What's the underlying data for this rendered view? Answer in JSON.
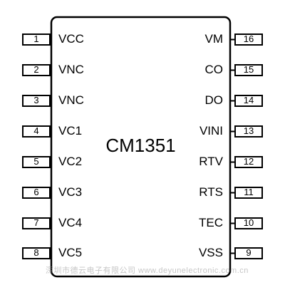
{
  "chip": {
    "name": "CM1351",
    "left_pins": [
      {
        "number": "1",
        "name": "VCC"
      },
      {
        "number": "2",
        "name": "VNC"
      },
      {
        "number": "3",
        "name": "VNC"
      },
      {
        "number": "4",
        "name": "VC1"
      },
      {
        "number": "5",
        "name": "VC2"
      },
      {
        "number": "6",
        "name": "VC3"
      },
      {
        "number": "7",
        "name": "VC4"
      },
      {
        "number": "8",
        "name": "VC5"
      }
    ],
    "right_pins": [
      {
        "number": "16",
        "name": "VM"
      },
      {
        "number": "15",
        "name": "CO"
      },
      {
        "number": "14",
        "name": "DO"
      },
      {
        "number": "13",
        "name": "VINI"
      },
      {
        "number": "12",
        "name": "RTV"
      },
      {
        "number": "11",
        "name": "RTS"
      },
      {
        "number": "10",
        "name": "TEC"
      },
      {
        "number": "9",
        "name": "VSS"
      }
    ]
  },
  "watermark": "深圳市德云电子有限公司 www.deyunelectronic.com.cn"
}
